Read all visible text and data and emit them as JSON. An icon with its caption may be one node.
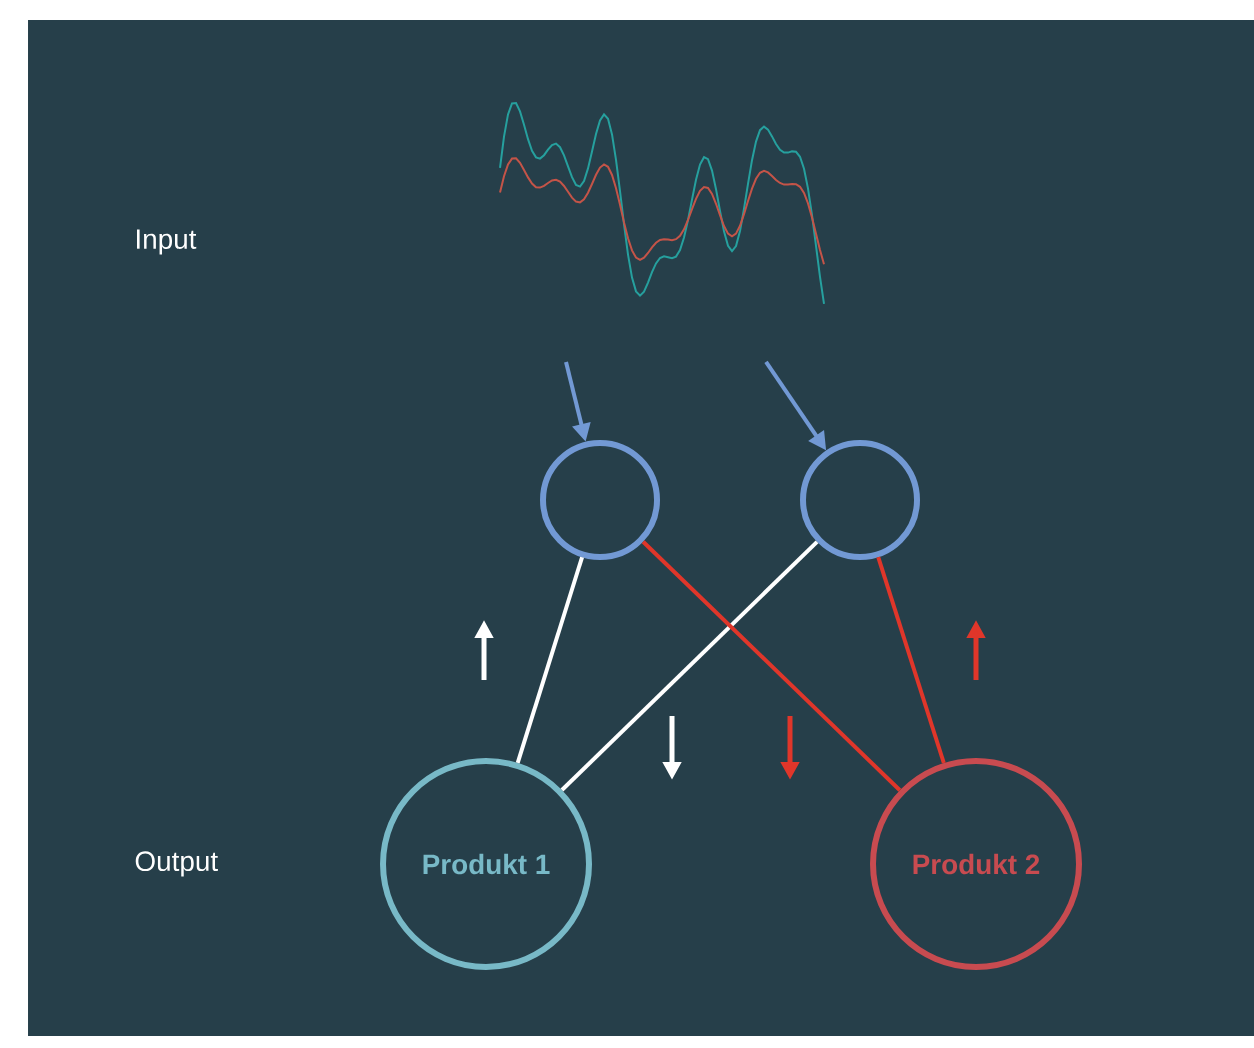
{
  "diagram": {
    "nodes": [
      {
        "text": [],
        "shape": "circle"
      },
      {
        "text": [],
        "shape": "circle"
      },
      {
        "text": [
          "Produkt 1"
        ]
      },
      {
        "text": [
          "Produkt 2"
        ]
      }
    ],
    "edges": [
      {
        "from": null,
        "to": 0,
        "arrow": "to",
        "color": "#7299d4"
      },
      {
        "from": null,
        "to": 1,
        "arrow": "to",
        "color": "#7299d4"
      },
      {
        "from": 0,
        "to": 2,
        "arrow": "none",
        "color": "#ffffff"
      },
      {
        "from": 1,
        "to": 2,
        "arrow": "none",
        "color": "#ffffff"
      },
      {
        "from": 0,
        "to": 3,
        "arrow": "none",
        "color": "#e0362a"
      },
      {
        "from": 1,
        "to": 3,
        "arrow": "none",
        "color": "#e0362a"
      }
    ],
    "labels": [
      "Input",
      "Output"
    ]
  }
}
